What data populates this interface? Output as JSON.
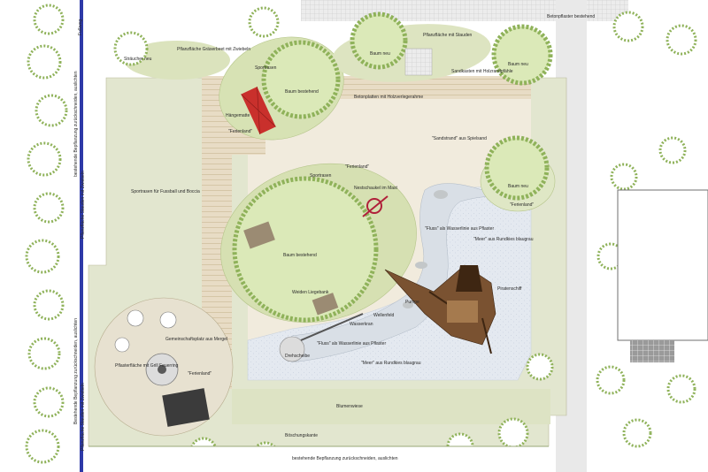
{
  "plan": {
    "labels": {
      "street_north": "Fußweg",
      "pavement_ne": "Betonpflaster bestehend",
      "shrubs": "Sträucher neu",
      "planting_grasses": "Pflanzfläche Gräserbeet mit Zwiebeln",
      "sport_grass_top": "Sportrasen",
      "tree_top": "Baum bestehend",
      "hammock": "Hängematte",
      "ferienland_top": "\"Ferienland\"",
      "planting_perennials": "Pflanzfläche mit Stauden",
      "tree_ne": "Baum neu",
      "tree_ne2": "Baum neu",
      "sandbox_edge": "Sandkasten mit Holzrandpfähle",
      "concrete_steps": "Betonplatten mit Holzverlegerahme",
      "sand_beach": "\"Sandstrand\" aus Spielsand",
      "tree_east": "Baum neu",
      "ferienland_east": "\"Ferienland\"",
      "sport_grass_left": "Sportrasen für Fussball und Boccia",
      "sport_grass_mid": "Sportrasen",
      "ferienland_mid": "\"Ferienland\"",
      "nest_swing": "Nestschaukel im Mast",
      "river": "\"Fluss\" als Wasserlinie aus Pflaster",
      "sea_top": "\"Meer\" aus Rundkies blaugrau",
      "tree_main": "Baum bestehend",
      "pirate_ship": "Piratenschiff",
      "seating_logs": "Weiden Liegebank",
      "stepping_stones": "Wasserkran",
      "water_pump": "Wellenfeld",
      "pump": "Pumpe",
      "river_bottom": "\"Fluss\" als Wasserlinie aus Pflaster",
      "sea_bottom": "\"Meer\" aus Rundkies blaugrau",
      "tube_slide": "Drehscheibe",
      "concrete_square": "Gemeinschaftsplatz aus Mergel",
      "paving_firepit": "Pflasterfläche mit Grill Feuerring",
      "ferienland_sw": "\"Ferienland\"",
      "lawn": "Blumenwiese",
      "border_bottom": "Böschungskante",
      "hedge_bottom": "bestehende Bepflanzung zurückschneiden, auslichten",
      "west_text_1": "bestehende Bepflanzung zurückschneiden, auslichten",
      "west_text_2": "Pflanzfläche Stauden mit Zwiebeln",
      "west_text_3": "Pflanzfläche Stauden mit Zwiebeln",
      "west_text_4": "Bestehende Bepflanzung zurückschneiden, auslichten"
    },
    "colors": {
      "lawn": "#dfe4c7",
      "grass_light": "#e6ead4",
      "tree_canopy": "#cfe0a8",
      "tree_ring": "#8fb25a",
      "sand": "#efe9dc",
      "sea": "#e3e8ef",
      "deck": "#e7dcc7",
      "road": "#e7e7e7",
      "ship": "#6e4a2c",
      "hammock": "#c9302c",
      "swing": "#b0203a"
    }
  }
}
